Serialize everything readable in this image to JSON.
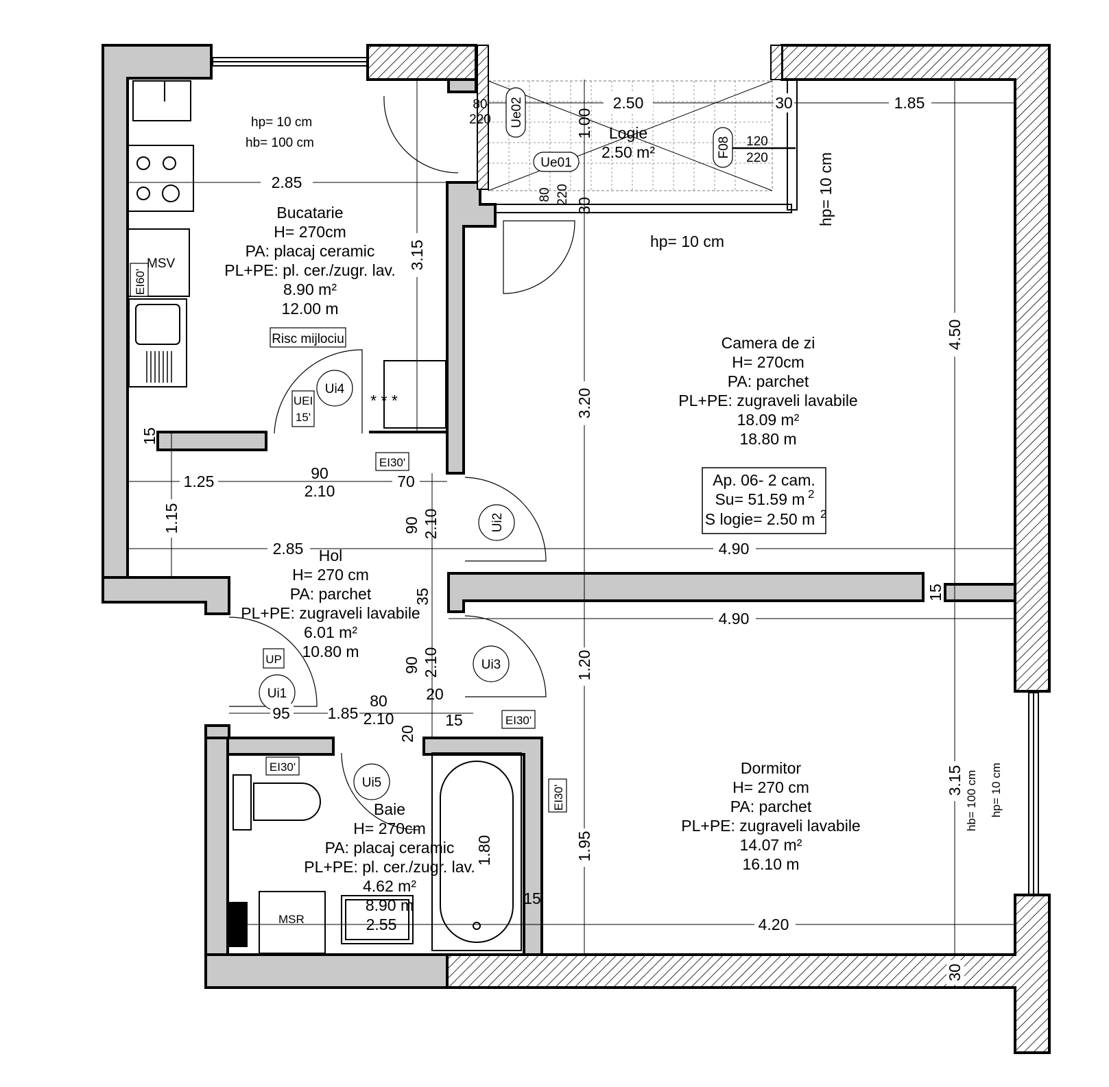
{
  "rooms": {
    "bucatarie": {
      "name": "Bucatarie",
      "height": "H= 270cm",
      "floor": "PA: placaj ceramic",
      "walls": "PL+PE: pl. cer./zugr. lav.",
      "area": "8.90 m²",
      "perimeter": "12.00 m"
    },
    "camera": {
      "name": "Camera de zi",
      "height": "H= 270cm",
      "floor": "PA: parchet",
      "walls": "PL+PE: zugraveli lavabile",
      "area": "18.09 m²",
      "perimeter": "18.80 m"
    },
    "hol": {
      "name": "Hol",
      "height": "H= 270 cm",
      "floor": "PA: parchet",
      "walls": "PL+PE: zugraveli lavabile",
      "area": "6.01 m²",
      "perimeter": "10.80 m"
    },
    "dormitor": {
      "name": "Dormitor",
      "height": "H= 270 cm",
      "floor": "PA: parchet",
      "walls": "PL+PE: zugraveli lavabile",
      "area": "14.07 m²",
      "perimeter": "16.10 m"
    },
    "baie": {
      "name": "Baie",
      "height": "H= 270cm",
      "floor": "PA: placaj ceramic",
      "walls": "PL+PE: pl. cer./zugr. lav.",
      "area": "4.62 m²",
      "perimeter": "8.90 m"
    },
    "logie": {
      "name": "Logie",
      "area": "2.50 m²"
    }
  },
  "summary": {
    "line1": "Ap. 06- 2 cam.",
    "line2": "Su= 51.59 m",
    "line2_sup": "2",
    "line3": "S logie= 2.50 m",
    "line3_sup": "2"
  },
  "kitchen_notes": {
    "hp": "hp= 10 cm",
    "hb": "hb= 100 cm",
    "risk": "Risc mijlociu",
    "msv": "MSV",
    "ei60": "EI60'"
  },
  "tags": {
    "ui1": "Ui1",
    "ui2": "Ui2",
    "ui3": "Ui3",
    "ui4": "Ui4",
    "ui5": "Ui5",
    "ue01": "Ue01",
    "ue02": "Ue02",
    "f08": "F08",
    "uei": "UEI",
    "uei_val": "15'",
    "up": "UP",
    "ei30_a": "EI30'",
    "ei30_b": "EI30'",
    "ei30_c": "EI30'",
    "ei30_d": "EI30'",
    "msr": "MSR"
  },
  "notes": {
    "hp_logie": "hp= 10  cm",
    "hp_vert": "hp= 10  cm",
    "hb_right": "hb= 100 cm",
    "hp_right": "hp= 10 cm"
  },
  "dims": {
    "d250": "2.50",
    "d30a": "30",
    "d185": "1.85",
    "d80a": "80",
    "d220a": "220",
    "d100": "1.00",
    "d120": "120",
    "d220b": "220",
    "d80b": "80",
    "d220c": "220",
    "d30b": "30",
    "d285a": "2.85",
    "d315a": "3.15",
    "d450": "4.50",
    "d320": "3.20",
    "d15a": "15",
    "d125": "1.25",
    "d90a": "90",
    "d210a": "2.10",
    "d70": "70",
    "d115": "1.15",
    "d90b": "90",
    "d210b": "2.10",
    "d285b": "2.85",
    "d490a": "4.90",
    "d35": "35",
    "d15b": "15",
    "d490b": "4.90",
    "d90c": "90",
    "d210c": "2.10",
    "d120v": "1.20",
    "d95": "95",
    "d185b": "1.85",
    "d80c": "80",
    "d20a": "20",
    "d210d": "2.10",
    "d20b": "20",
    "d15c": "15",
    "d180": "1.80",
    "d195": "1.95",
    "d15d": "15",
    "d255": "2.55",
    "d420": "4.20",
    "d315b": "3.15",
    "d30c": "30"
  }
}
